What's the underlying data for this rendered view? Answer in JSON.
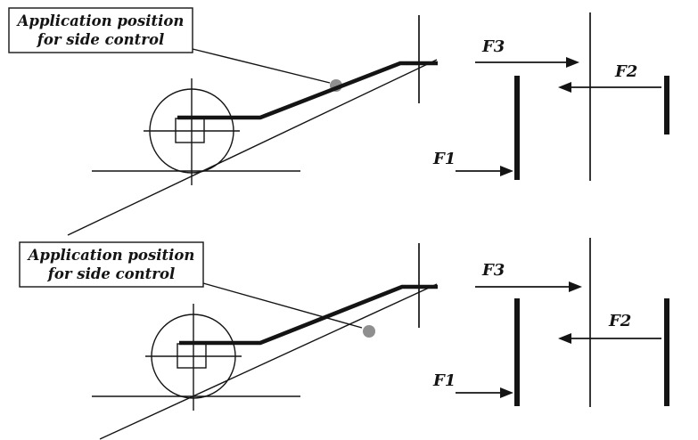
{
  "colors": {
    "ink": "#141414",
    "marker_dot": "#8f8f8f",
    "paper": "#ffffff"
  },
  "figures": [
    {
      "id": "top",
      "callout": {
        "line1": "Application position",
        "line2": "for side control"
      },
      "forces": {
        "f1": "F1",
        "f2": "F2",
        "f3": "F3"
      }
    },
    {
      "id": "bottom",
      "callout": {
        "line1": "Application position",
        "line2": "for side control"
      },
      "forces": {
        "f1": "F1",
        "f2": "F2",
        "f3": "F3"
      }
    }
  ]
}
